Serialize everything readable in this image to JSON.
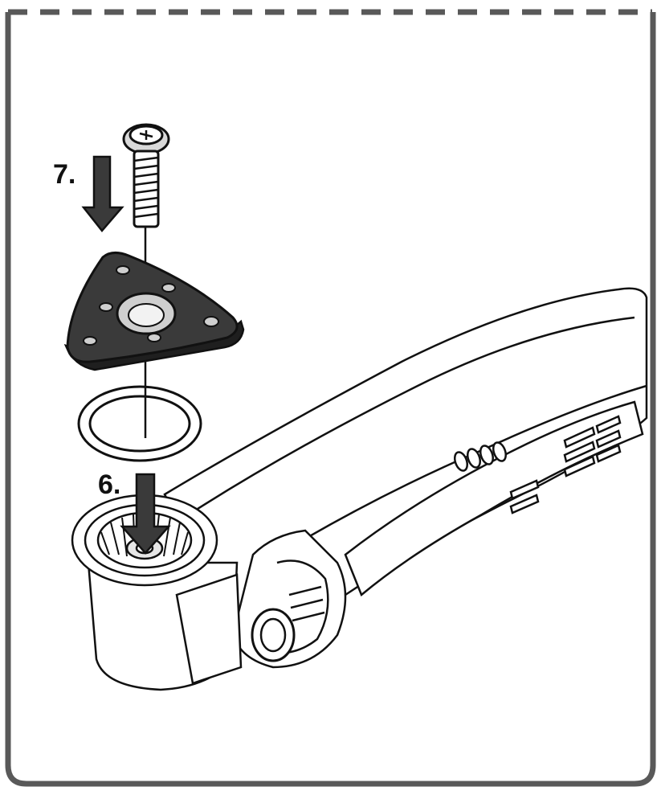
{
  "figure": {
    "steps": [
      {
        "number_label": "7."
      },
      {
        "number_label": "6."
      }
    ],
    "parts": [
      "screw",
      "triangular-sanding-pad",
      "o-ring-washer",
      "oscillating-multi-tool"
    ],
    "colors": {
      "line": "#111111",
      "frame": "#595959",
      "pad_fill": "#3a3a3a",
      "arrow_fill": "#3a3a3a",
      "background": "#ffffff"
    }
  }
}
